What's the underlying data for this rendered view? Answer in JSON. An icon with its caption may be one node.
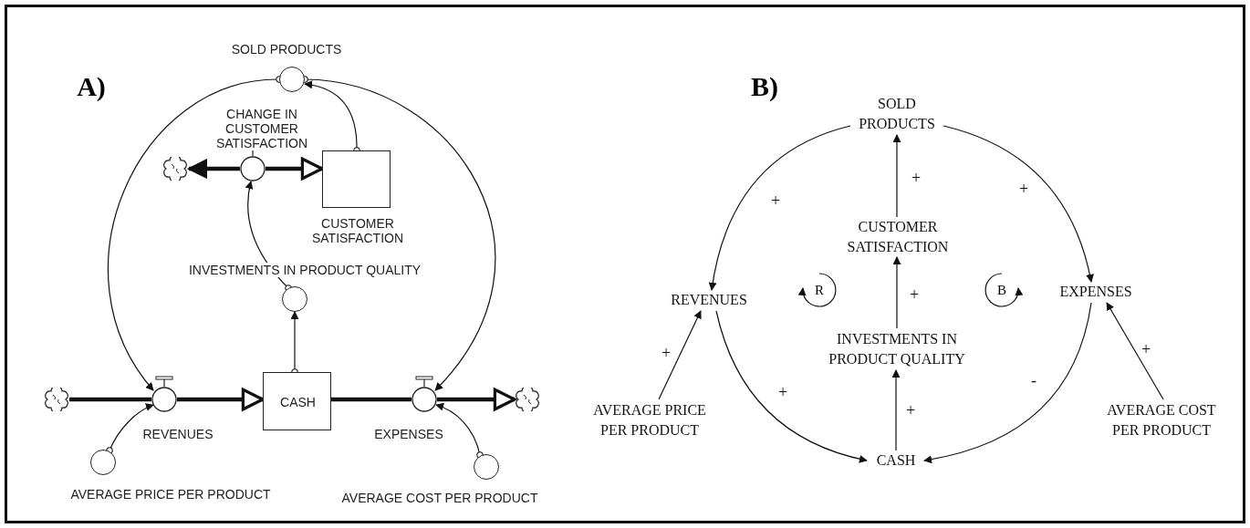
{
  "diagram": {
    "nodes": [
      {
        "text": [
          "SOLD PRODUCTS"
        ]
      },
      {
        "text": [
          "CHANGE IN CUSTOMER SATISFACTION"
        ]
      },
      {
        "text": [
          "CUSTOMER SATISFACTION"
        ]
      },
      {
        "text": [
          "INVESTMENTS IN PRODUCT QUALITY"
        ]
      },
      {
        "text": [],
        "shape": "cloud"
      },
      {
        "text": [
          "REVENUES"
        ]
      },
      {
        "text": [
          "CASH"
        ]
      },
      {
        "text": [
          "EXPENSES"
        ]
      },
      {
        "text": [
          "AVERAGE PRICE PER PRODUCT"
        ]
      },
      {
        "text": [
          "AVERAGE COST PER PRODUCT"
        ]
      },
      {
        "text": [],
        "shape": "cloud"
      },
      {
        "text": [],
        "shape": "cloud"
      },
      {
        "text": [
          "SOLD PRODUCTS"
        ]
      },
      {
        "text": [
          "CUSTOMER SATISFACTION"
        ]
      },
      {
        "text": [
          "REVENUES"
        ]
      },
      {
        "text": [
          "EXPENSES"
        ]
      },
      {
        "text": [
          "INVESTMENTS IN PRODUCT QUALITY"
        ]
      },
      {
        "text": [
          "AVERAGE PRICE PER PRODUCT"
        ]
      },
      {
        "text": [
          "CASH"
        ]
      },
      {
        "text": [
          "AVERAGE COST PER PRODUCT"
        ]
      }
    ],
    "edges": [
      {
        "from": 1,
        "to": 4,
        "arrow": "to",
        "style": "thick"
      },
      {
        "from": 1,
        "to": 2,
        "arrow": "to",
        "style": "thick"
      },
      {
        "from": 10,
        "to": 5,
        "arrow": "none",
        "style": "thick"
      },
      {
        "from": 5,
        "to": 6,
        "arrow": "to",
        "style": "thick"
      },
      {
        "from": 6,
        "to": 7,
        "arrow": "none",
        "style": "thick"
      },
      {
        "from": 7,
        "to": 11,
        "arrow": "to",
        "style": "thick"
      },
      {
        "from": 2,
        "to": 0,
        "arrow": "to"
      },
      {
        "from": 0,
        "to": 5,
        "arrow": "to"
      },
      {
        "from": 0,
        "to": 7,
        "arrow": "to"
      },
      {
        "from": 3,
        "to": 1,
        "arrow": "to"
      },
      {
        "from": 6,
        "to": 3,
        "arrow": "to"
      },
      {
        "from": 8,
        "to": 5,
        "arrow": "to"
      },
      {
        "from": 9,
        "to": 7,
        "arrow": "to"
      },
      {
        "from": 13,
        "to": 12,
        "arrow": "to",
        "label": "+"
      },
      {
        "from": 12,
        "to": 14,
        "arrow": "to",
        "label": "+"
      },
      {
        "from": 12,
        "to": 15,
        "arrow": "to",
        "label": "+"
      },
      {
        "from": 16,
        "to": 13,
        "arrow": "to",
        "label": "+"
      },
      {
        "from": 17,
        "to": 14,
        "arrow": "to",
        "label": "+"
      },
      {
        "from": 19,
        "to": 15,
        "arrow": "to",
        "label": "+"
      },
      {
        "from": 14,
        "to": 18,
        "arrow": "to",
        "label": "+"
      },
      {
        "from": 15,
        "to": 18,
        "arrow": "to",
        "label": "-"
      },
      {
        "from": 18,
        "to": 16,
        "arrow": "to",
        "label": "+"
      }
    ],
    "labels": [
      "A)",
      "B)",
      "R",
      "B"
    ]
  }
}
